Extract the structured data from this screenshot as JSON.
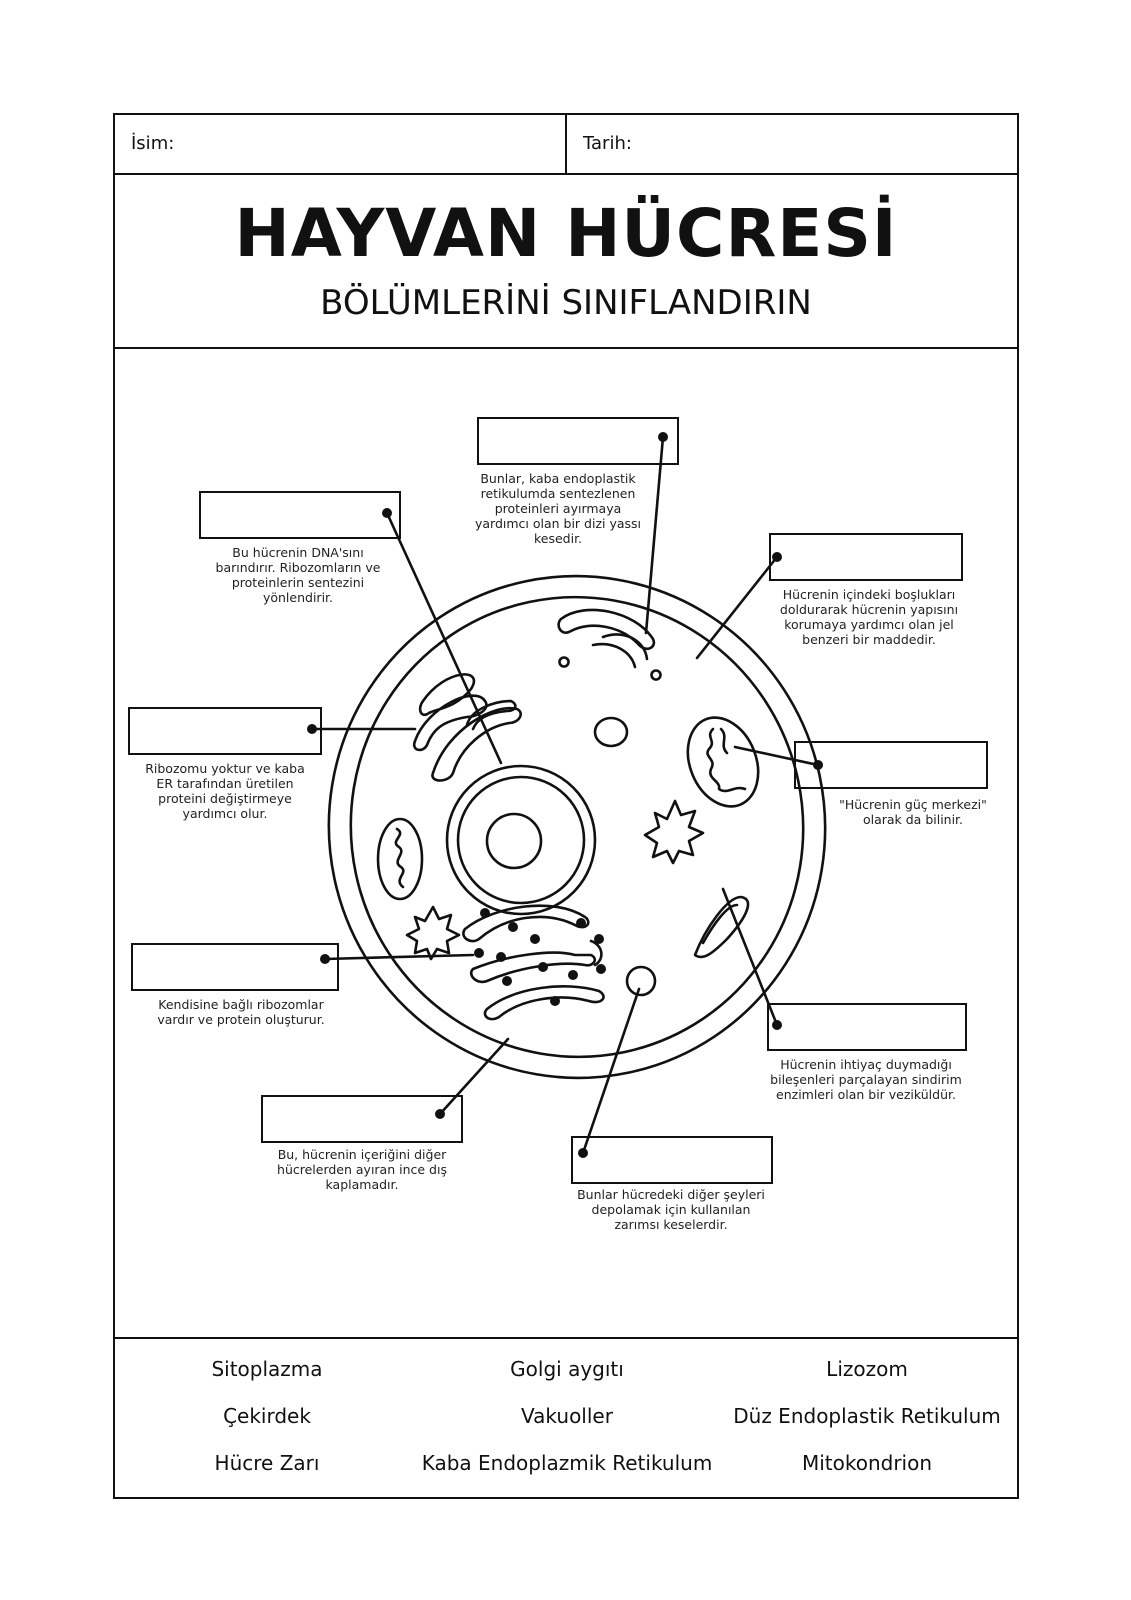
{
  "header": {
    "name_label": "İsim:",
    "date_label": "Tarih:"
  },
  "title": "HAYVAN HÜCRESİ",
  "subtitle": "BÖLÜMLERİNİ SINIFLANDIRIN",
  "descriptions": {
    "golgi": "Bunlar, kaba endoplastik retikulumda sentezlenen proteinleri ayırmaya yardımcı olan bir dizi yassı kesedir.",
    "nucleus": "Bu hücrenin DNA'sını barındırır. Ribozomların ve proteinlerin sentezini yönlendirir.",
    "cytoplasm": "Hücrenin içindeki boşlukları doldurarak hücrenin yapısını korumaya yardımcı olan jel benzeri bir maddedir.",
    "smooth_er": "Ribozomu yoktur ve kaba ER tarafından üretilen proteini değiştirmeye yardımcı olur.",
    "mitochondrion": "\"Hücrenin güç merkezi\" olarak da bilinir.",
    "rough_er": "Kendisine bağlı ribozomlar vardır ve protein oluşturur.",
    "lysosome": "Hücrenin ihtiyaç duymadığı bileşenleri parçalayan sindirim enzimleri olan bir veziküldür.",
    "cell_membrane": "Bu, hücrenin içeriğini diğer hücrelerden ayıran ince dış kaplamadır.",
    "vacuole": "Bunlar hücredeki diğer şeyleri depolamak için kullanılan zarımsı keselerdir."
  },
  "word_bank": [
    [
      "Sitoplazma",
      "Golgi aygıtı",
      "Lizozom"
    ],
    [
      "Çekirdek",
      "Vakuoller",
      "Düz Endoplastik Retikulum"
    ],
    [
      "Hücre Zarı",
      "Kaba Endoplazmik Retikulum",
      "Mitokondrion"
    ]
  ]
}
